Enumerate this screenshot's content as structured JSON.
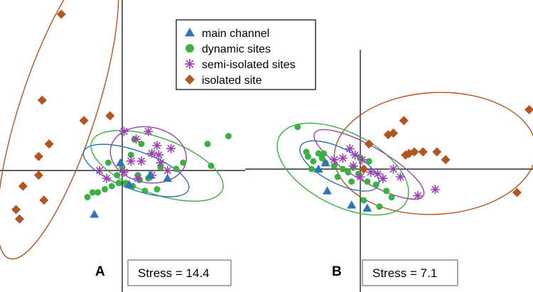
{
  "colors": {
    "main_channel": "#2e75b6",
    "dynamic_sites": "#3cb043",
    "semi_isolated_sites": "#9b40b0",
    "isolated_site": "#b4541f",
    "axis": "#000000"
  },
  "legend": {
    "entries": [
      {
        "key": "main_channel",
        "label": "main channel",
        "marker": "triangle"
      },
      {
        "key": "dynamic_sites",
        "label": "dynamic sites",
        "marker": "circle"
      },
      {
        "key": "semi_isolated_sites",
        "label": "semi-isolated sites",
        "marker": "asterisk"
      },
      {
        "key": "isolated_site",
        "label": "isolated site",
        "marker": "diamond"
      }
    ]
  },
  "chart_data": [
    {
      "type": "scatter",
      "panel": "A",
      "stress_label": "Stress = 14.4",
      "xlim": [
        -1,
        1
      ],
      "ylim": [
        -1,
        1
      ],
      "grid": false,
      "legend_placement": "top",
      "series": [
        {
          "name": "main channel",
          "key": "main_channel",
          "marker": "triangle",
          "points": [
            [
              -0.16,
              -0.28
            ],
            [
              -0.01,
              0.05
            ],
            [
              0.16,
              -0.03
            ],
            [
              0.26,
              -0.05
            ],
            [
              0.04,
              -0.09
            ]
          ]
        },
        {
          "name": "dynamic sites",
          "key": "dynamic_sites",
          "marker": "circle",
          "points": [
            [
              0.61,
              0.22
            ],
            [
              0.49,
              0.17
            ],
            [
              0.51,
              0.03
            ],
            [
              0.35,
              0.05
            ],
            [
              0.31,
              0.01
            ],
            [
              0.22,
              0.02
            ],
            [
              0.15,
              -0.05
            ],
            [
              0.1,
              -0.06
            ],
            [
              0.06,
              -0.1
            ],
            [
              0.02,
              -0.08
            ],
            [
              -0.02,
              -0.08
            ],
            [
              -0.06,
              -0.1
            ],
            [
              -0.1,
              -0.12
            ],
            [
              -0.14,
              -0.14
            ],
            [
              -0.17,
              -0.14
            ],
            [
              0.05,
              0.1
            ],
            [
              0.0,
              0.02
            ],
            [
              -0.03,
              -0.03
            ],
            [
              0.09,
              -0.03
            ],
            [
              -0.08,
              0.05
            ],
            [
              0.2,
              -0.12
            ],
            [
              0.13,
              -0.13
            ],
            [
              0.11,
              0.17
            ],
            [
              0.07,
              0.2
            ],
            [
              -0.2,
              -0.17
            ]
          ]
        },
        {
          "name": "semi-isolated sites",
          "key": "semi_isolated_sites",
          "marker": "asterisk",
          "points": [
            [
              0.01,
              0.25
            ],
            [
              0.15,
              0.25
            ],
            [
              0.08,
              0.2
            ],
            [
              0.2,
              0.16
            ],
            [
              0.28,
              0.14
            ],
            [
              0.17,
              0.11
            ],
            [
              0.11,
              0.06
            ],
            [
              0.22,
              0.05
            ],
            [
              0.26,
              0.0
            ],
            [
              0.17,
              -0.03
            ],
            [
              0.09,
              -0.05
            ],
            [
              0.01,
              -0.01
            ],
            [
              -0.13,
              0.0
            ],
            [
              -0.09,
              -0.05
            ],
            [
              0.21,
              0.1
            ],
            [
              0.05,
              0.06
            ]
          ]
        },
        {
          "name": "isolated site",
          "key": "isolated_site",
          "marker": "diamond",
          "points": [
            [
              -0.35,
              1.0
            ],
            [
              -0.46,
              0.45
            ],
            [
              -0.22,
              0.32
            ],
            [
              -0.07,
              0.35
            ],
            [
              -0.42,
              0.17
            ],
            [
              -0.48,
              0.09
            ],
            [
              -0.48,
              -0.03
            ],
            [
              -0.57,
              -0.1
            ],
            [
              -0.45,
              -0.19
            ],
            [
              -0.61,
              -0.25
            ],
            [
              -0.59,
              -0.31
            ]
          ]
        }
      ],
      "ellipses": [
        {
          "key": "isolated_site",
          "cx": -0.37,
          "cy": 0.39,
          "rx": 0.9,
          "ry": 0.22,
          "angle_deg": 72
        },
        {
          "key": "dynamic_sites",
          "cx": 0.2,
          "cy": 0.03,
          "rx": 0.4,
          "ry": 0.16,
          "angle_deg": -20
        },
        {
          "key": "semi_isolated_sites",
          "cx": 0.15,
          "cy": 0.1,
          "rx": 0.22,
          "ry": 0.16,
          "angle_deg": -10
        },
        {
          "key": "main_channel",
          "cx": 0.08,
          "cy": 0.0,
          "rx": 0.32,
          "ry": 0.11,
          "angle_deg": -20
        }
      ]
    },
    {
      "type": "scatter",
      "panel": "B",
      "stress_label": "Stress = 7.1",
      "xlim": [
        -1,
        1
      ],
      "ylim": [
        -1,
        1
      ],
      "grid": false,
      "legend_placement": "none",
      "series": [
        {
          "name": "main channel",
          "key": "main_channel",
          "marker": "triangle",
          "points": [
            [
              -0.2,
              0.04
            ],
            [
              -0.24,
              0.0
            ],
            [
              -0.19,
              -0.14
            ],
            [
              -0.05,
              -0.23
            ],
            [
              0.04,
              -0.25
            ]
          ]
        },
        {
          "name": "dynamic sites",
          "key": "dynamic_sites",
          "marker": "circle",
          "points": [
            [
              -0.36,
              0.27
            ],
            [
              -0.31,
              0.11
            ],
            [
              -0.24,
              0.1
            ],
            [
              -0.22,
              0.07
            ],
            [
              -0.2,
              0.04
            ],
            [
              -0.15,
              0.02
            ],
            [
              -0.1,
              0.0
            ],
            [
              -0.07,
              -0.02
            ],
            [
              -0.04,
              0.01
            ],
            [
              -0.01,
              -0.03
            ],
            [
              0.04,
              -0.08
            ],
            [
              0.09,
              -0.1
            ],
            [
              0.15,
              -0.14
            ],
            [
              0.18,
              -0.18
            ],
            [
              0.11,
              -0.24
            ],
            [
              0.02,
              -0.2
            ],
            [
              -0.27,
              0.05
            ],
            [
              -0.21,
              0.1
            ],
            [
              -0.13,
              -0.05
            ],
            [
              -0.05,
              -0.08
            ],
            [
              0.05,
              0.05
            ],
            [
              -0.28,
              0.0
            ],
            [
              -0.3,
              0.08
            ],
            [
              0.0,
              0.07
            ]
          ]
        },
        {
          "name": "semi-isolated sites",
          "key": "semi_isolated_sites",
          "marker": "asterisk",
          "points": [
            [
              -0.06,
              0.13
            ],
            [
              -0.03,
              0.09
            ],
            [
              0.01,
              0.06
            ],
            [
              -0.1,
              0.07
            ],
            [
              -0.04,
              0.02
            ],
            [
              0.06,
              -0.02
            ],
            [
              0.13,
              -0.06
            ],
            [
              0.19,
              0.0
            ],
            [
              0.23,
              -0.05
            ],
            [
              0.33,
              -0.17
            ],
            [
              0.43,
              -0.13
            ],
            [
              0.1,
              -0.03
            ],
            [
              -0.15,
              0.06
            ],
            [
              0.0,
              -0.05
            ]
          ]
        },
        {
          "name": "isolated site",
          "key": "isolated_site",
          "marker": "diamond",
          "points": [
            [
              0.97,
              0.38
            ],
            [
              0.25,
              0.31
            ],
            [
              0.19,
              0.23
            ],
            [
              0.16,
              0.22
            ],
            [
              0.05,
              0.16
            ],
            [
              0.31,
              0.11
            ],
            [
              0.26,
              0.09
            ],
            [
              0.28,
              0.1
            ],
            [
              0.36,
              0.11
            ],
            [
              0.44,
              0.11
            ],
            [
              0.49,
              0.06
            ],
            [
              0.9,
              -0.15
            ],
            [
              0.02,
              0.0
            ]
          ]
        }
      ],
      "ellipses": [
        {
          "key": "isolated_site",
          "cx": 0.43,
          "cy": 0.1,
          "rx": 0.58,
          "ry": 0.35,
          "angle_deg": 3
        },
        {
          "key": "dynamic_sites",
          "cx": -0.1,
          "cy": 0.0,
          "rx": 0.41,
          "ry": 0.21,
          "angle_deg": -27
        },
        {
          "key": "semi_isolated_sites",
          "cx": 0.05,
          "cy": 0.03,
          "rx": 0.36,
          "ry": 0.1,
          "angle_deg": -30
        },
        {
          "key": "main_channel",
          "cx": -0.12,
          "cy": 0.02,
          "rx": 0.25,
          "ry": 0.1,
          "angle_deg": -27
        }
      ]
    }
  ]
}
